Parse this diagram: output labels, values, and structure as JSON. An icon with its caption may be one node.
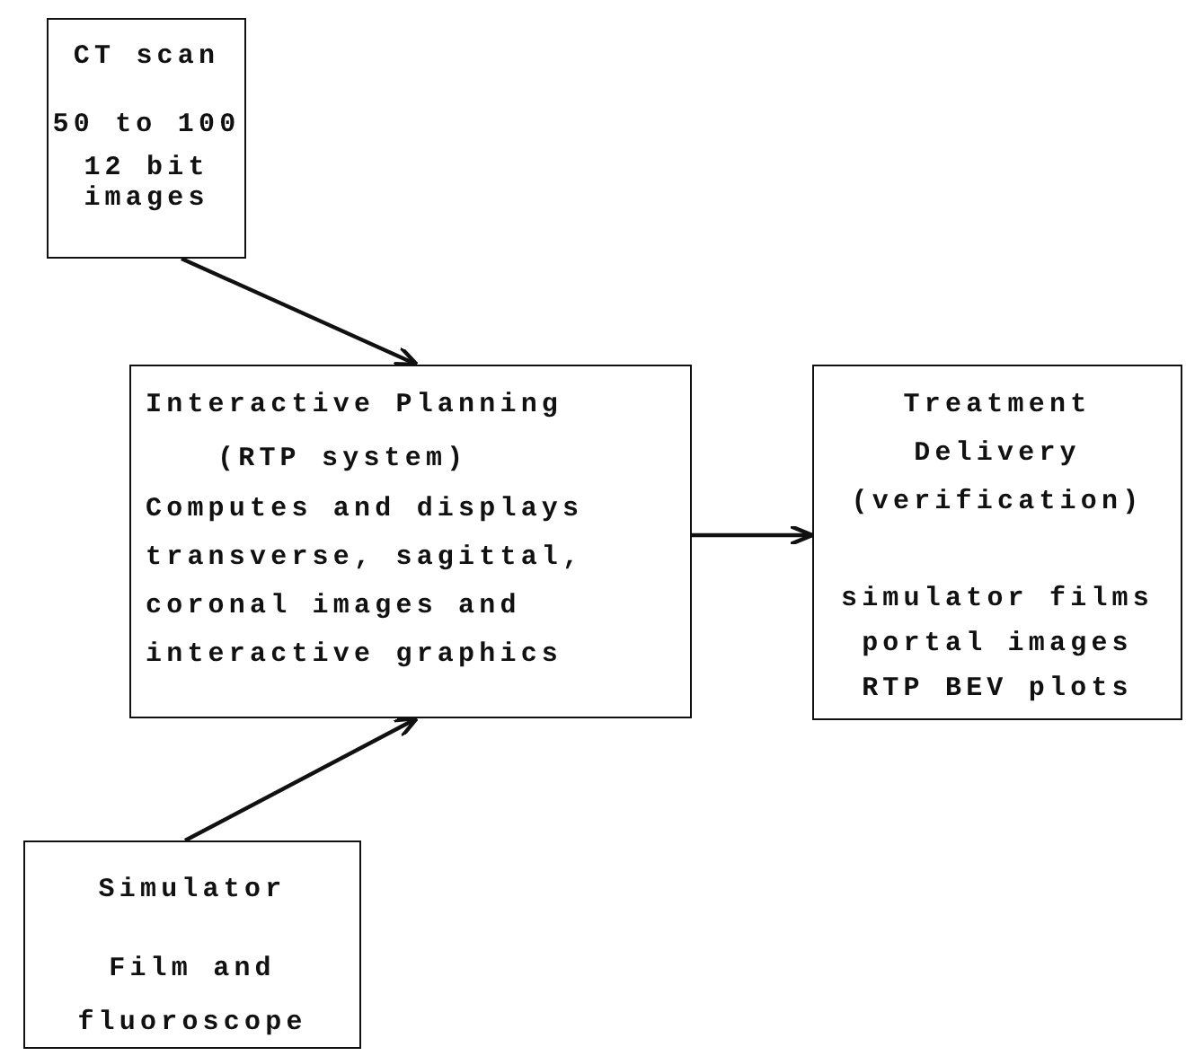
{
  "diagram": {
    "nodes": [
      {
        "text": [
          "CT scan",
          "50 to 100",
          "12 bit images"
        ]
      },
      {
        "text": [
          "Interactive Planning",
          "(RTP system)",
          "Computes and displays transverse, sagittal, coronal images and interactive graphics"
        ]
      },
      {
        "text": [
          "Treatment Delivery (verification)",
          "simulator films",
          "portal images",
          "RTP BEV plots"
        ]
      },
      {
        "text": [
          "Simulator",
          "Film and fluoroscope"
        ]
      }
    ],
    "edges": [
      {
        "from": 0,
        "to": 1,
        "arrow": "to"
      },
      {
        "from": 3,
        "to": 1,
        "arrow": "to"
      },
      {
        "from": 1,
        "to": 2,
        "arrow": "to"
      }
    ]
  }
}
